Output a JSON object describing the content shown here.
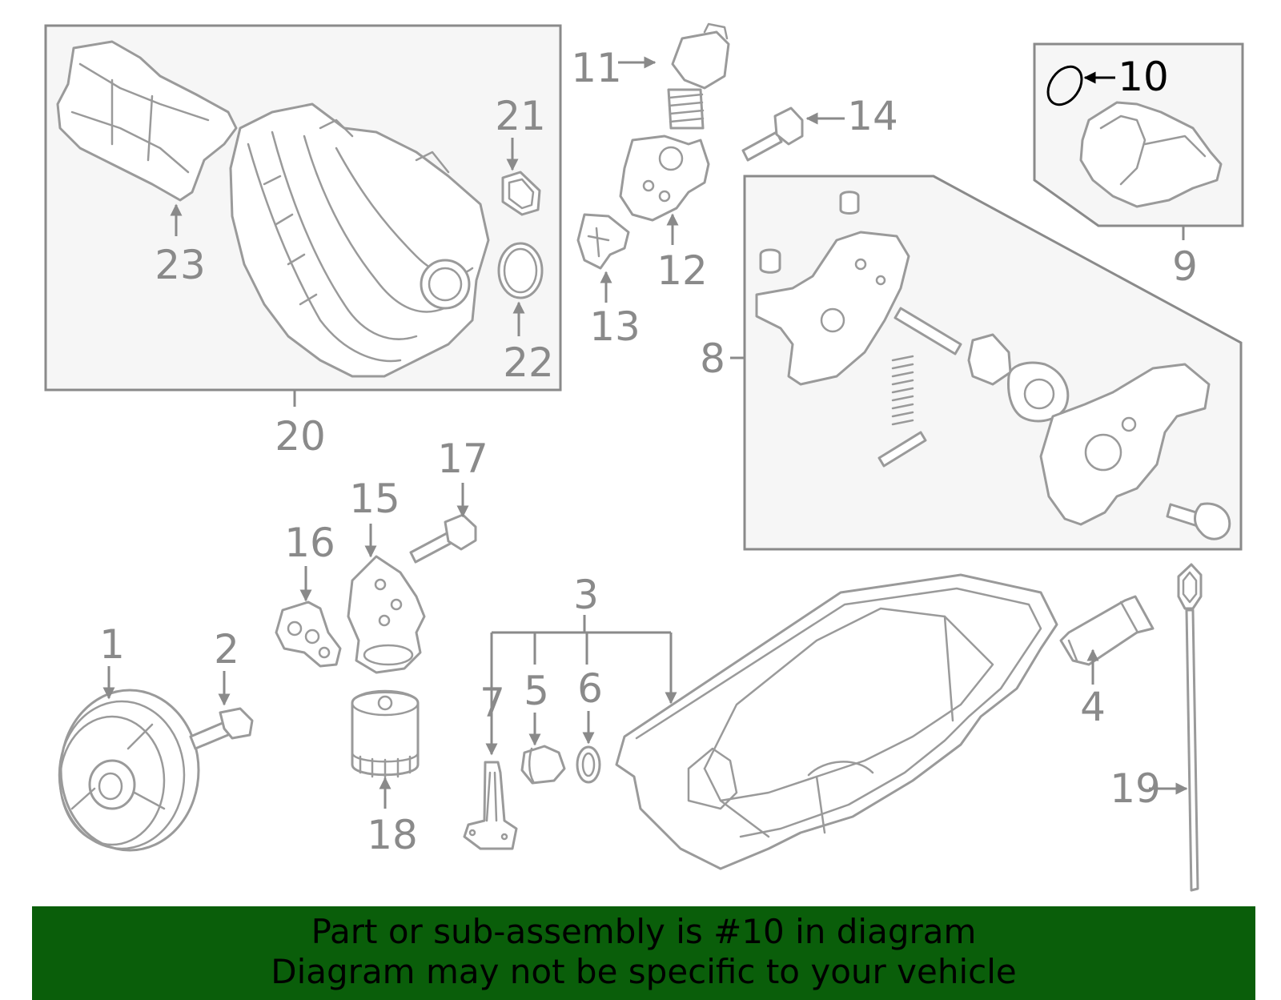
{
  "callouts": [
    "1",
    "2",
    "3",
    "4",
    "5",
    "6",
    "7",
    "8",
    "9",
    "10",
    "11",
    "12",
    "13",
    "14",
    "15",
    "16",
    "17",
    "18",
    "19",
    "20",
    "21",
    "22",
    "23"
  ],
  "highlight_callout": "10",
  "colors": {
    "line": "#8a8a8a",
    "highlight": "#000000",
    "banner_bg": "#0a5e0a",
    "box_fill": "#f6f6f6"
  },
  "banner": {
    "line1": "Part or sub-assembly is #10 in diagram",
    "line2": "Diagram may not be specific to your vehicle"
  }
}
